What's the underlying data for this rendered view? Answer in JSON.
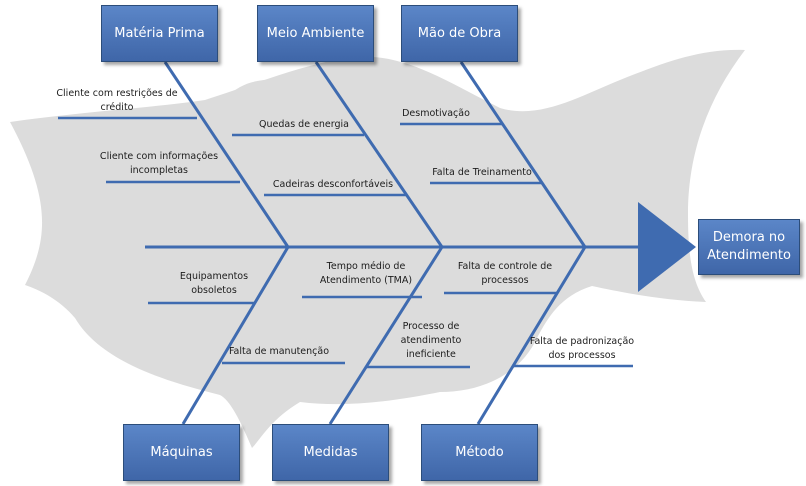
{
  "effect": {
    "line1": "Demora no",
    "line2": "Atendimento"
  },
  "categories": {
    "materia_prima": "Matéria Prima",
    "meio_ambiente": "Meio Ambiente",
    "mao_de_obra": "Mão de Obra",
    "maquinas": "Máquinas",
    "medidas": "Medidas",
    "metodo": "Método"
  },
  "causes": {
    "cliente_credito_1": "Cliente com restrições de",
    "cliente_credito_2": "crédito",
    "cliente_info_1": "Cliente com informações",
    "cliente_info_2": "incompletas",
    "quedas_energia": "Quedas de energia",
    "cadeiras": "Cadeiras desconfortáveis",
    "desmotivacao": "Desmotivação",
    "falta_treinamento": "Falta de Treinamento",
    "equipamentos_1": "Equipamentos",
    "equipamentos_2": "obsoletos",
    "falta_manutencao": "Falta de manutenção",
    "tma_1": "Tempo médio de",
    "tma_2": "Atendimento (TMA)",
    "processo_1": "Processo de",
    "processo_2": "atendimento",
    "processo_3": "ineficiente",
    "controle_1": "Falta de controle de",
    "controle_2": "processos",
    "padronizacao_1": "Falta de padronização",
    "padronizacao_2": "dos processos"
  },
  "colors": {
    "box": "#4a72b5",
    "line": "#3f6bb0",
    "fish": "#dcdcdc"
  }
}
